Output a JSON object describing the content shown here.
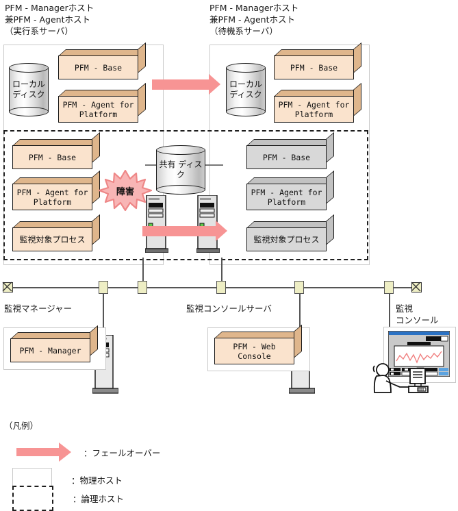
{
  "diagram": {
    "title_active": "PFM - Managerホスト\n兼PFM - Agentホスト\n（実行系サーバ）",
    "title_standby": "PFM - Managerホスト\n兼PFM - Agentホスト\n（待機系サーバ）"
  },
  "active_host": {
    "local_disk": "ローカル\nディスク",
    "boxes": [
      {
        "label": "PFM - Base"
      },
      {
        "label": "PFM - Agent for\nPlatform"
      }
    ]
  },
  "standby_host": {
    "local_disk": "ローカル\nディスク",
    "boxes": [
      {
        "label": "PFM - Base"
      },
      {
        "label": "PFM - Agent for\nPlatform"
      }
    ]
  },
  "logical_active": {
    "boxes": [
      {
        "label": "PFM - Base"
      },
      {
        "label": "PFM - Agent for\nPlatform"
      },
      {
        "label": "監視対象プロセス"
      }
    ]
  },
  "logical_standby": {
    "boxes": [
      {
        "label": "PFM - Base"
      },
      {
        "label": "PFM - Agent for\nPlatform"
      },
      {
        "label": "監視対象プロセス"
      }
    ]
  },
  "shared_disk": {
    "label": "共有\nディスク"
  },
  "failure": {
    "label": "障害"
  },
  "network": {
    "manager_label": "監視マネージャー",
    "console_server_label": "監視コンソールサーバ",
    "console_label": "監視\nコンソール"
  },
  "manager_node": {
    "box_label": "PFM - Manager"
  },
  "console_server_node": {
    "box_label": "PFM -\nWeb Console"
  },
  "legend": {
    "title": "（凡例）",
    "items": [
      {
        "icon": "failover-arrow",
        "text": "：フェールオーバー"
      },
      {
        "icon": "physical-host-box",
        "text": "：物理ホスト"
      },
      {
        "icon": "logical-host-box",
        "text": "：論理ホスト"
      }
    ]
  },
  "colors": {
    "failover_arrow": "#f79494",
    "box_front": "#fae3cd",
    "box_top": "#dfb68c",
    "box_front_standby": "#d8d8d8",
    "connector": "#eeeec4",
    "burst_fill": "#f8b5b5"
  }
}
